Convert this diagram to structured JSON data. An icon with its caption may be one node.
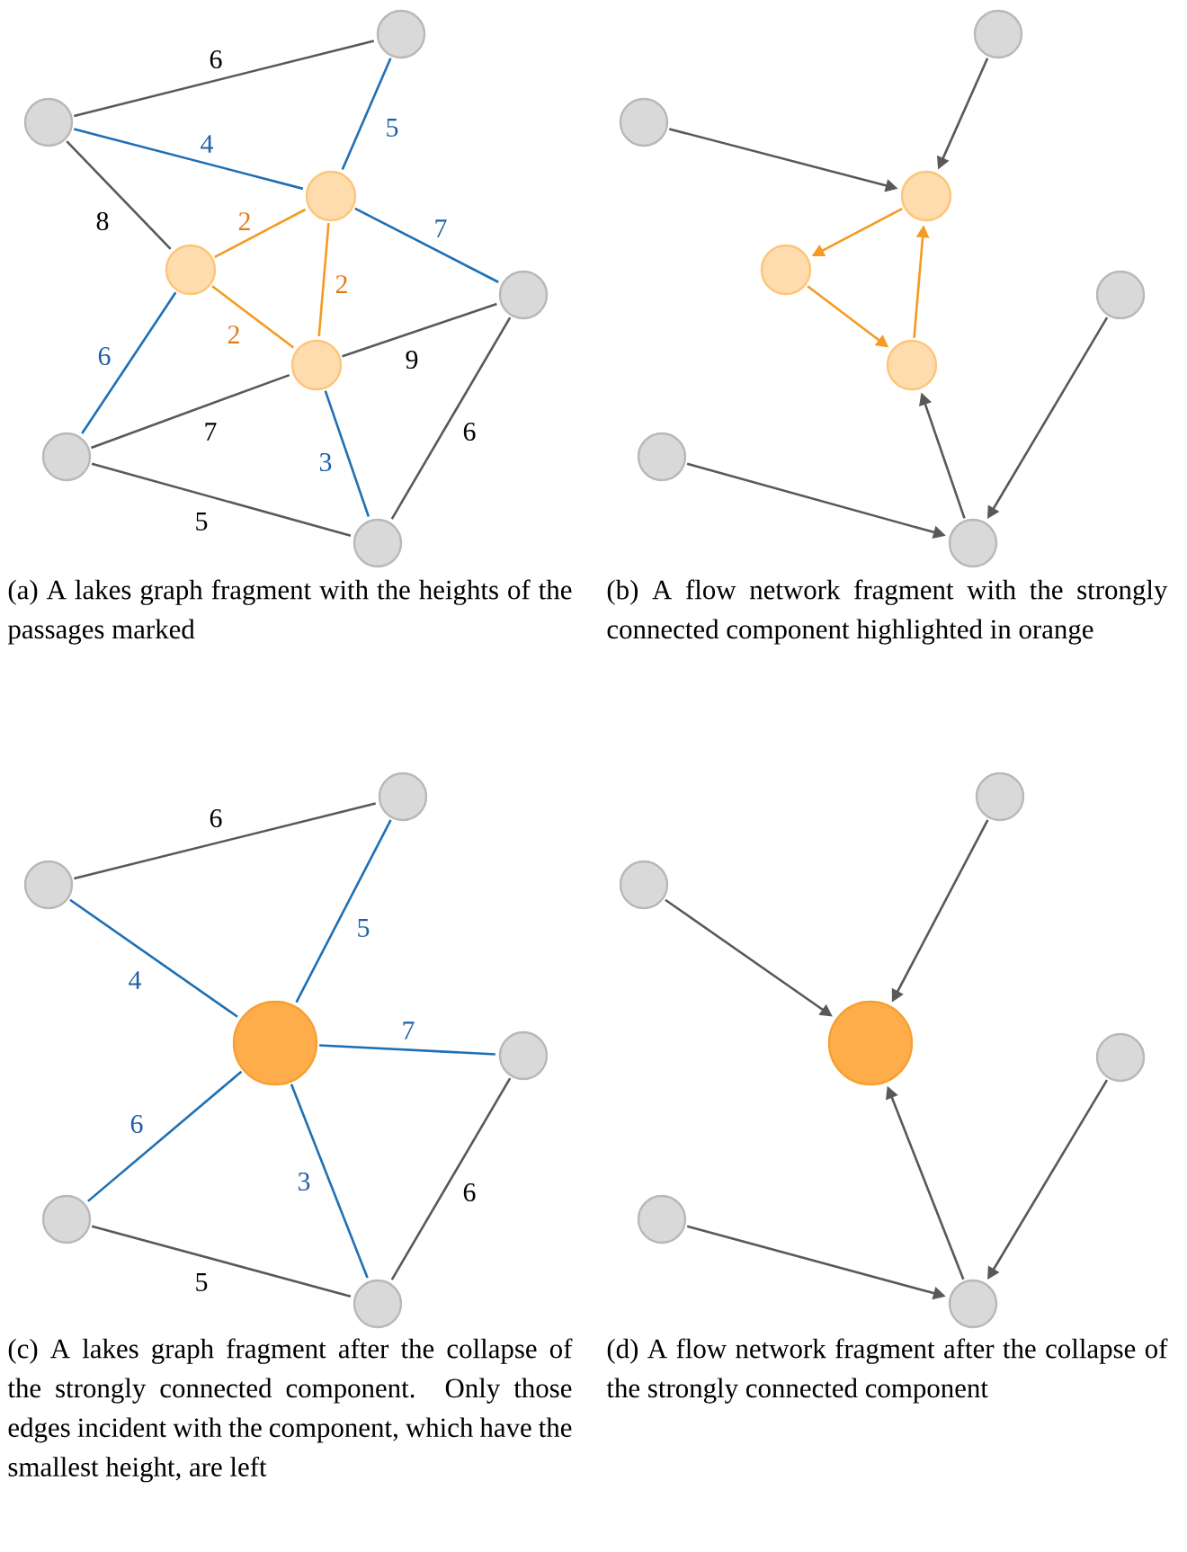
{
  "diagram": {
    "nodes": [
      {
        "text": [],
        "shape": "circle"
      },
      {
        "text": [],
        "shape": "circle"
      },
      {
        "text": [],
        "shape": "circle"
      },
      {
        "text": [],
        "shape": "circle"
      },
      {
        "text": [],
        "shape": "circle"
      },
      {
        "text": [],
        "shape": "circle"
      },
      {
        "text": [],
        "shape": "circle"
      },
      {
        "text": [],
        "shape": "circle"
      },
      {
        "text": [],
        "shape": "circle"
      },
      {
        "text": [],
        "shape": "circle"
      },
      {
        "text": [],
        "shape": "circle"
      },
      {
        "text": [],
        "shape": "circle"
      },
      {
        "text": [],
        "shape": "circle"
      },
      {
        "text": [],
        "shape": "circle"
      },
      {
        "text": [],
        "shape": "circle"
      },
      {
        "text": [],
        "shape": "circle"
      },
      {
        "text": [],
        "shape": "circle"
      },
      {
        "text": [],
        "shape": "circle"
      },
      {
        "text": [],
        "shape": "circle"
      },
      {
        "text": [],
        "shape": "circle"
      },
      {
        "text": [],
        "shape": "circle"
      },
      {
        "text": [],
        "shape": "circle"
      },
      {
        "text": [],
        "shape": "circle"
      },
      {
        "text": [],
        "shape": "circle"
      },
      {
        "text": [],
        "shape": "circle"
      },
      {
        "text": [],
        "shape": "circle"
      },
      {
        "text": [],
        "shape": "circle"
      },
      {
        "text": [],
        "shape": "circle"
      }
    ],
    "edges": [
      {
        "from": 0,
        "to": 1,
        "arrow": "none",
        "label": "6"
      },
      {
        "from": 0,
        "to": 2,
        "arrow": "none",
        "label": "4",
        "color": "#1f6fb5"
      },
      {
        "from": 1,
        "to": 2,
        "arrow": "none",
        "label": "5",
        "color": "#1f6fb5"
      },
      {
        "from": 0,
        "to": 3,
        "arrow": "none",
        "label": "8"
      },
      {
        "from": 3,
        "to": 2,
        "arrow": "none",
        "label": "2",
        "color": "#f59a22"
      },
      {
        "from": 2,
        "to": 4,
        "arrow": "none",
        "label": "2",
        "color": "#f59a22"
      },
      {
        "from": 3,
        "to": 4,
        "arrow": "none",
        "label": "2",
        "color": "#f59a22"
      },
      {
        "from": 2,
        "to": 5,
        "arrow": "none",
        "label": "7",
        "color": "#1f6fb5"
      },
      {
        "from": 4,
        "to": 5,
        "arrow": "none",
        "label": "9"
      },
      {
        "from": 3,
        "to": 6,
        "arrow": "none",
        "label": "6",
        "color": "#1f6fb5"
      },
      {
        "from": 6,
        "to": 4,
        "arrow": "none",
        "label": "7"
      },
      {
        "from": 4,
        "to": 7,
        "arrow": "none",
        "label": "3",
        "color": "#1f6fb5"
      },
      {
        "from": 5,
        "to": 7,
        "arrow": "none",
        "label": "6"
      },
      {
        "from": 6,
        "to": 7,
        "arrow": "none",
        "label": "5"
      },
      {
        "from": 8,
        "to": 10,
        "arrow": "to"
      },
      {
        "from": 9,
        "to": 10,
        "arrow": "to"
      },
      {
        "from": 10,
        "to": 11,
        "arrow": "to",
        "color": "#f59a22"
      },
      {
        "from": 11,
        "to": 12,
        "arrow": "to",
        "color": "#f59a22"
      },
      {
        "from": 12,
        "to": 10,
        "arrow": "to",
        "color": "#f59a22"
      },
      {
        "from": 15,
        "to": 12,
        "arrow": "to"
      },
      {
        "from": 13,
        "to": 15,
        "arrow": "to"
      },
      {
        "from": 14,
        "to": 15,
        "arrow": "to"
      },
      {
        "from": 16,
        "to": 17,
        "arrow": "none",
        "label": "6"
      },
      {
        "from": 16,
        "to": 18,
        "arrow": "none",
        "label": "4",
        "color": "#1f6fb5"
      },
      {
        "from": 17,
        "to": 18,
        "arrow": "none",
        "label": "5",
        "color": "#1f6fb5"
      },
      {
        "from": 18,
        "to": 19,
        "arrow": "none",
        "label": "7",
        "color": "#1f6fb5"
      },
      {
        "from": 18,
        "to": 20,
        "arrow": "none",
        "label": "6",
        "color": "#1f6fb5"
      },
      {
        "from": 18,
        "to": 21,
        "arrow": "none",
        "label": "3",
        "color": "#1f6fb5"
      },
      {
        "from": 19,
        "to": 21,
        "arrow": "none",
        "label": "6"
      },
      {
        "from": 20,
        "to": 21,
        "arrow": "none",
        "label": "5"
      },
      {
        "from": 22,
        "to": 24,
        "arrow": "to"
      },
      {
        "from": 23,
        "to": 24,
        "arrow": "to"
      },
      {
        "from": 27,
        "to": 24,
        "arrow": "to"
      },
      {
        "from": 25,
        "to": 27,
        "arrow": "to"
      },
      {
        "from": 26,
        "to": 27,
        "arrow": "to"
      }
    ],
    "labels": [
      "(a) A lakes graph fragment with the heights of the passages marked",
      "(b) A flow network fragment with the strongly connected component highlighted in orange",
      "(c) A lakes graph fragment after the collapse of the strongly connected component. Only those edges incident with the component, which have the smallest height, are left",
      "(d) A flow network fragment after the collapse of the strongly connected component"
    ]
  }
}
